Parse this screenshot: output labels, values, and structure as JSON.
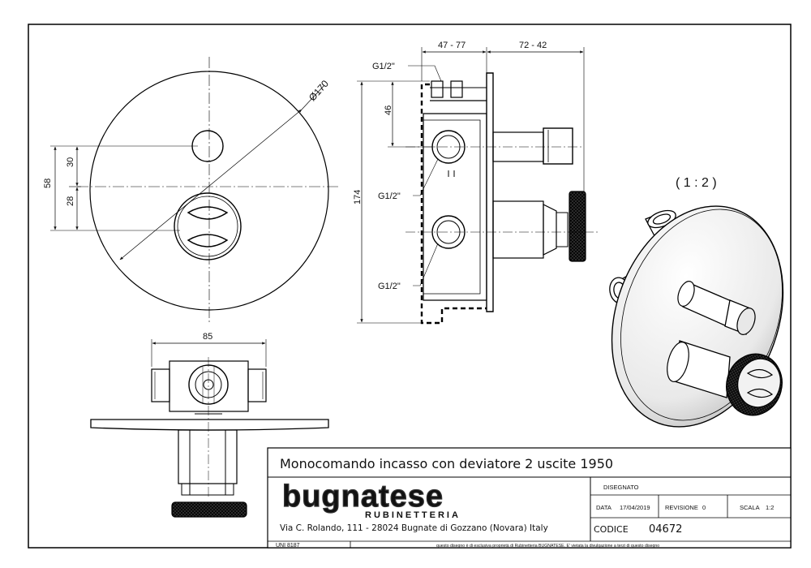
{
  "dimensions": {
    "diameter": "Ø170",
    "front_58": "58",
    "front_30": "30",
    "front_28": "28",
    "side_top_left": "47 - 77",
    "side_top_right": "72 - 42",
    "side_46": "46",
    "side_174": "174",
    "bottom_85": "85"
  },
  "thread_labels": {
    "top": "G1/2\"",
    "middle": "G1/2\"",
    "bottom": "G1/2\""
  },
  "scale_note": "( 1 : 2 )",
  "title_block": {
    "product_title": "Monocomando incasso con deviatore 2 uscite 1950",
    "logo_main": "bugnatese",
    "logo_sub": "RUBINETTERIA",
    "address": "Via C. Rolando, 111 - 28024 Bugnate di Gozzano (Novara) Italy",
    "standard": "UNI 8187",
    "disclaimer": "questo disegno è di esclusiva proprietà di Rubinetteria BUGNATESE. E' vietata la divulgazione a terzi di questo disegno",
    "drawn_label": "DISEGNATO",
    "date_label": "DATA",
    "date_value": "17/04/2019",
    "revision_label": "REVISIONE",
    "revision_value": "0",
    "scale_label": "SCALA",
    "scale_value": "1:2",
    "code_label": "CODICE",
    "code_value": "04672"
  }
}
